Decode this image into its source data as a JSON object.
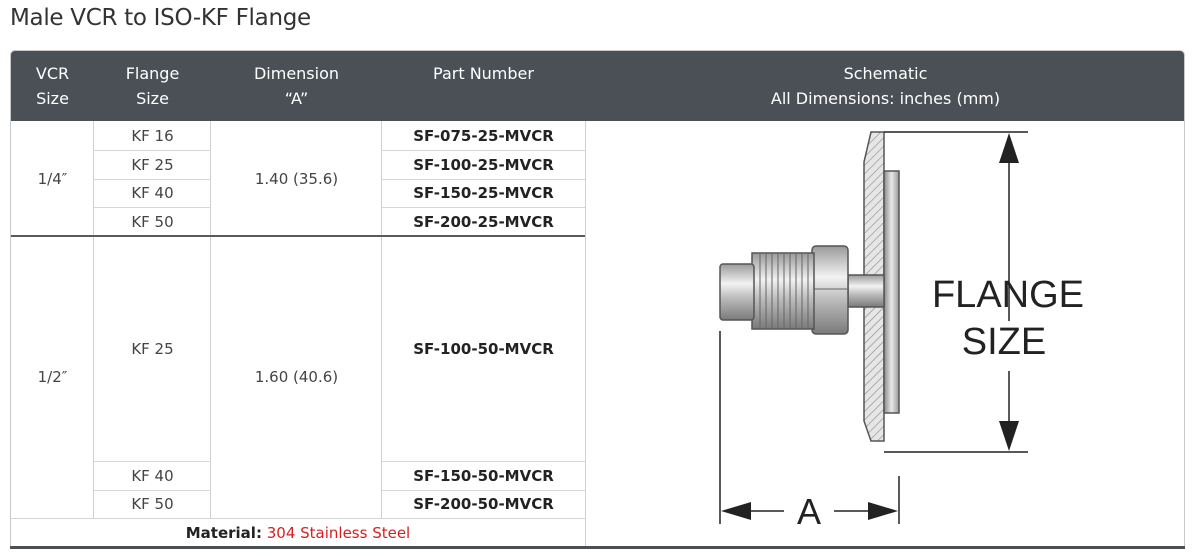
{
  "page": {
    "title": "Male VCR to ISO-KF Flange"
  },
  "headers": {
    "vcr_size": "VCR\nSize",
    "flange_size": "Flange\nSize",
    "dimension": "Dimension\n“A”",
    "part_number": "Part Number",
    "schematic": "Schematic\nAll Dimensions: inches (mm)"
  },
  "groups": [
    {
      "vcr_size": "1/4″",
      "dimension": "1.40 (35.6)",
      "rows": [
        {
          "flange": "KF 16",
          "part": "SF-075-25-MVCR"
        },
        {
          "flange": "KF 25",
          "part": "SF-100-25-MVCR"
        },
        {
          "flange": "KF 40",
          "part": "SF-150-25-MVCR"
        },
        {
          "flange": "KF 50",
          "part": "SF-200-25-MVCR"
        }
      ]
    },
    {
      "vcr_size": "1/2″",
      "dimension": "1.60 (40.6)",
      "rows": [
        {
          "flange": "KF 25",
          "part": "SF-100-50-MVCR"
        },
        {
          "flange": "KF 40",
          "part": "SF-150-50-MVCR"
        },
        {
          "flange": "KF 50",
          "part": "SF-200-50-MVCR"
        }
      ]
    }
  ],
  "material": {
    "label": "Material:",
    "value": "304 Stainless Steel"
  },
  "schematic": {
    "flange_label_line1": "FLANGE",
    "flange_label_line2": "SIZE",
    "dimension_label": "A"
  },
  "colors": {
    "header_bg": "#4a5056",
    "material_value": "#d62020"
  }
}
